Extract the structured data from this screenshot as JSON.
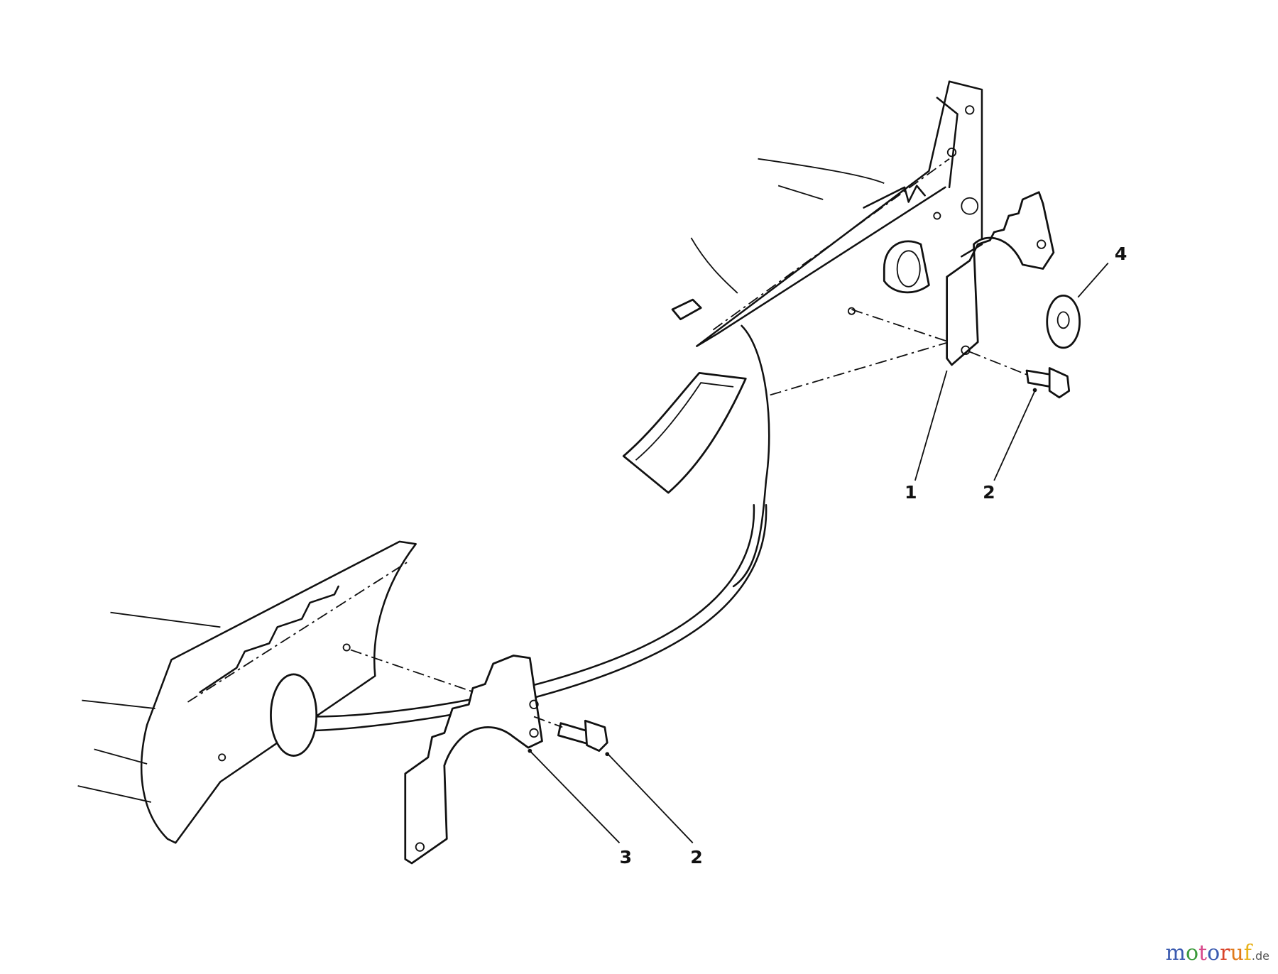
{
  "callouts": {
    "c1": "1",
    "c2a": "2",
    "c4": "4",
    "c3": "3",
    "c2b": "2"
  },
  "watermark": {
    "text": "motoruf",
    "suffix": ".de",
    "colors": [
      "#3b5bb0",
      "#3b9a3b",
      "#d94a8c",
      "#3b5bb0",
      "#d9442a",
      "#e07a1a",
      "#e8b21a"
    ]
  }
}
